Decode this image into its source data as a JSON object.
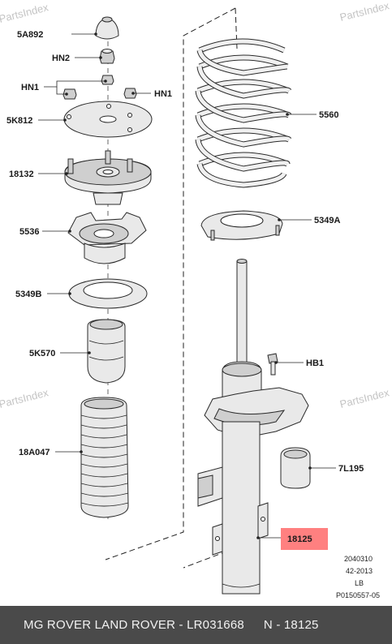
{
  "watermark": {
    "text": "PartsIndex"
  },
  "labels": {
    "p5A892": "5A892",
    "hn2": "HN2",
    "hn1_left": "HN1",
    "hn1_right": "HN1",
    "p5K812": "5K812",
    "p18132": "18132",
    "p5536": "5536",
    "p5349B": "5349B",
    "p5K570": "5K570",
    "p18A047": "18A047",
    "p5560": "5560",
    "p5349A": "5349A",
    "hb1": "HB1",
    "p7L195": "7L195",
    "p18125": "18125"
  },
  "highlight": {
    "part": "18125",
    "color": "#ff8080"
  },
  "meta": {
    "line1": "2040310",
    "line2": "42-2013",
    "line3": "LB",
    "line4": "P0150557-05"
  },
  "footer": {
    "brands": "MG ROVER LAND ROVER - LR031668",
    "part": "N - 18125",
    "background": "#4a4a4a"
  }
}
